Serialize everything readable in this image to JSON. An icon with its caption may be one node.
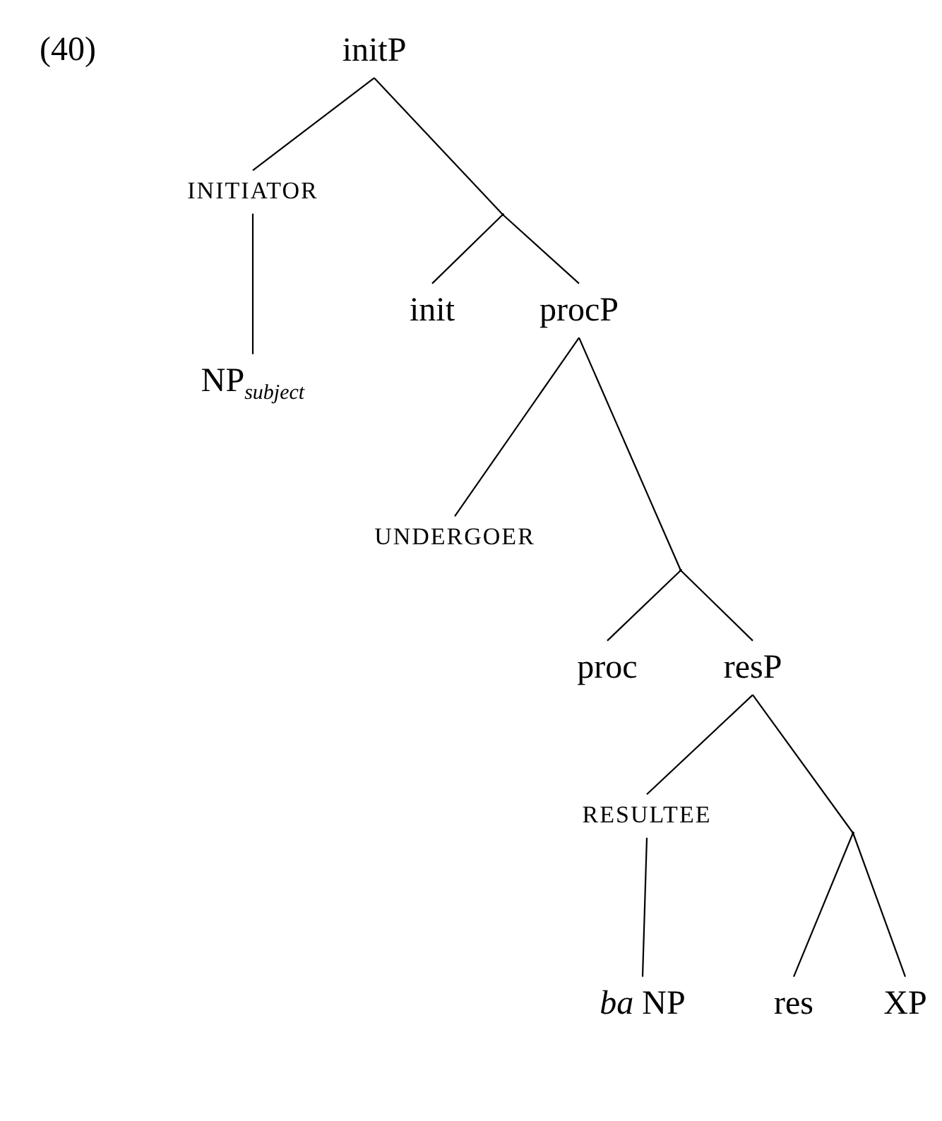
{
  "diagram": {
    "nodes": [
      {
        "text": [
          "initP"
        ]
      },
      {
        "text": [
          "INITIATOR"
        ]
      },
      {
        "text": [],
        "shape": "point"
      },
      {
        "text": [
          "NP$_{subject}$"
        ]
      },
      {
        "text": [
          "init"
        ]
      },
      {
        "text": [
          "procP"
        ]
      },
      {
        "text": [
          "UNDERGOER"
        ]
      },
      {
        "text": [],
        "shape": "point"
      },
      {
        "text": [
          "proc"
        ]
      },
      {
        "text": [
          "resP"
        ]
      },
      {
        "text": [
          "RESULTEE"
        ]
      },
      {
        "text": [],
        "shape": "point"
      },
      {
        "text": [
          "*ba* NP"
        ]
      },
      {
        "text": [
          "res"
        ]
      },
      {
        "text": [
          "XP"
        ]
      }
    ],
    "edges": [
      {
        "from": 0,
        "to": 1,
        "arrow": "none"
      },
      {
        "from": 0,
        "to": 2,
        "arrow": "none"
      },
      {
        "from": 1,
        "to": 3,
        "arrow": "none"
      },
      {
        "from": 2,
        "to": 4,
        "arrow": "none"
      },
      {
        "from": 2,
        "to": 5,
        "arrow": "none"
      },
      {
        "from": 5,
        "to": 6,
        "arrow": "none"
      },
      {
        "from": 5,
        "to": 7,
        "arrow": "none"
      },
      {
        "from": 7,
        "to": 8,
        "arrow": "none"
      },
      {
        "from": 7,
        "to": 9,
        "arrow": "none"
      },
      {
        "from": 9,
        "to": 10,
        "arrow": "none"
      },
      {
        "from": 9,
        "to": 11,
        "arrow": "none"
      },
      {
        "from": 10,
        "to": 12,
        "arrow": "none"
      },
      {
        "from": 11,
        "to": 13,
        "arrow": "none"
      },
      {
        "from": 11,
        "to": 14,
        "arrow": "none"
      }
    ],
    "labels": [
      "(40)"
    ]
  }
}
